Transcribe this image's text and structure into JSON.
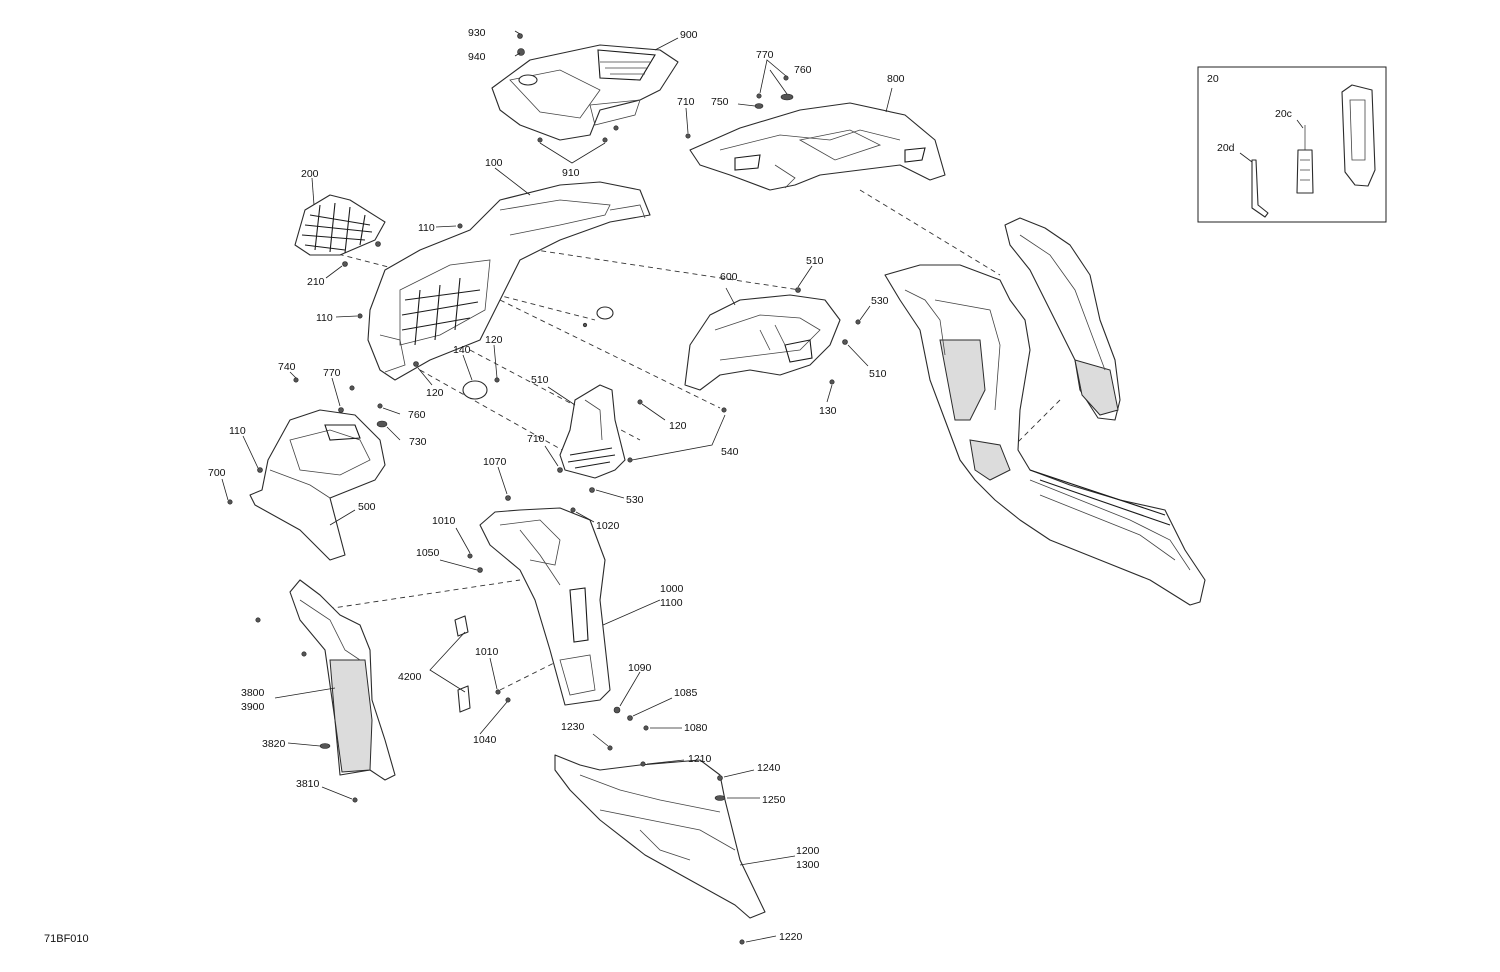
{
  "diagram": {
    "code": "71BF010",
    "inset_label": "20",
    "labels": [
      "930",
      "940",
      "900",
      "910",
      "770",
      "760",
      "710",
      "750",
      "800",
      "200",
      "100",
      "110",
      "210",
      "110",
      "120",
      "600",
      "510",
      "530",
      "510",
      "130",
      "140",
      "120",
      "710",
      "740",
      "770",
      "760",
      "730",
      "110",
      "700",
      "500",
      "510",
      "120",
      "540",
      "530",
      "1070",
      "1020",
      "1010",
      "1050",
      "1000",
      "1100",
      "1010",
      "4200",
      "1090",
      "1085",
      "1080",
      "1040",
      "3800",
      "3900",
      "3820",
      "3810",
      "1230",
      "1210",
      "1240",
      "1250",
      "1200",
      "1300",
      "1220",
      "20c",
      "20d"
    ]
  }
}
